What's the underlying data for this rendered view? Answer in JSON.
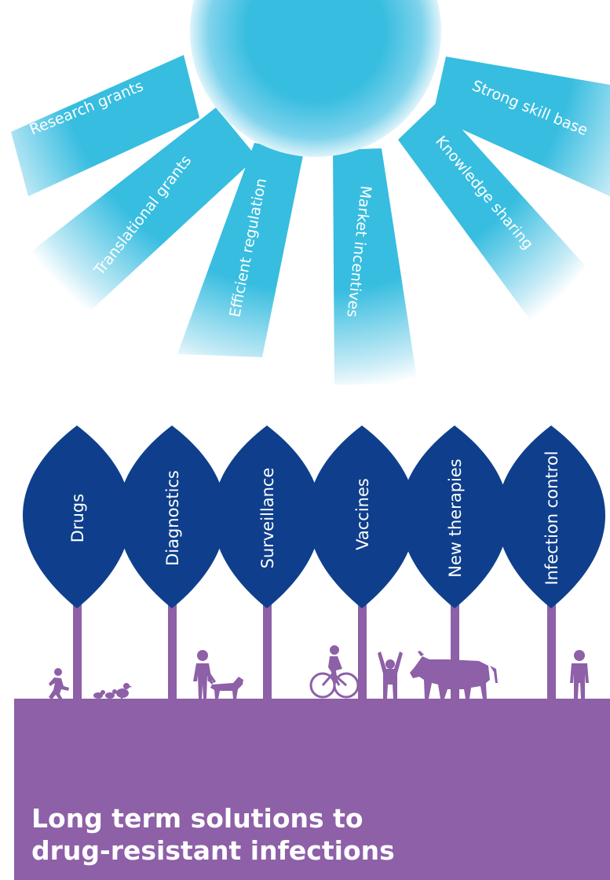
{
  "colors": {
    "ray": "#37bde0",
    "ray_fade": "#ffffff",
    "leaf": "#0f3f8c",
    "purple": "#8d60a7",
    "text": "#ffffff"
  },
  "sun": {
    "rays": [
      "Research grants",
      "Translational grants",
      "Efficient regulation",
      "Market incentives",
      "Knowledge sharing",
      "Strong skill base"
    ]
  },
  "trees": {
    "leaves": [
      "Drugs",
      "Diagnostics",
      "Surveillance",
      "Vaccines",
      "New therapies",
      "Infection control"
    ]
  },
  "figures": [
    "running-child-icon",
    "chicks-icon",
    "woman-icon",
    "dog-icon",
    "cyclist-icon",
    "child-arms-up-icon",
    "cow-icon",
    "man-icon"
  ],
  "title": {
    "line1": "Long term solutions to",
    "line2": "drug-resistant infections"
  }
}
